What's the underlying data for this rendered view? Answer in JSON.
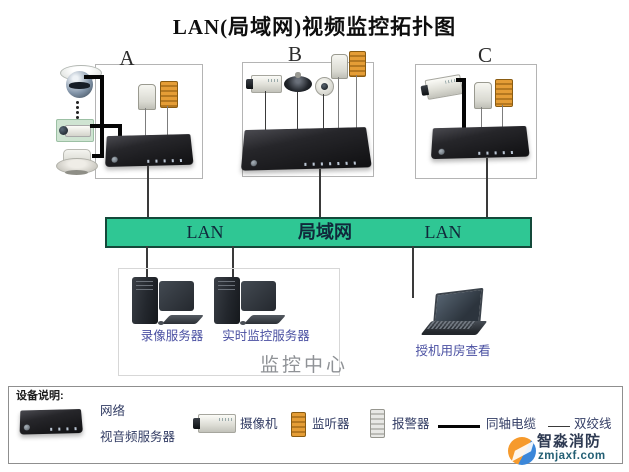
{
  "title": "LAN(局域网)视频监控拓扑图",
  "groups": {
    "a": {
      "label": "A"
    },
    "b": {
      "label": "B"
    },
    "c": {
      "label": "C"
    }
  },
  "lan_bar": {
    "left": "LAN",
    "center": "局域网",
    "right": "LAN"
  },
  "monitoring": {
    "recording_server": "录像服务器",
    "realtime_server": "实时监控服务器",
    "caption": "监控中心"
  },
  "remote": {
    "laptop_label": "授机用房查看"
  },
  "legend": {
    "heading": "设备说明:",
    "network_server_line1": "网络",
    "network_server_line2": "视音频服务器",
    "camera": "摄像机",
    "listener": "监听器",
    "alarm": "报警器",
    "coaxial_cable": "同轴电缆",
    "twisted_pair": "双绞线"
  },
  "watermark": {
    "brand": "智淼消防",
    "site": "zmjaxf.com"
  },
  "colors": {
    "lan_green": "#2fc794",
    "alarm_orange": "#d08a2b",
    "label_blue": "#4a50a2"
  }
}
